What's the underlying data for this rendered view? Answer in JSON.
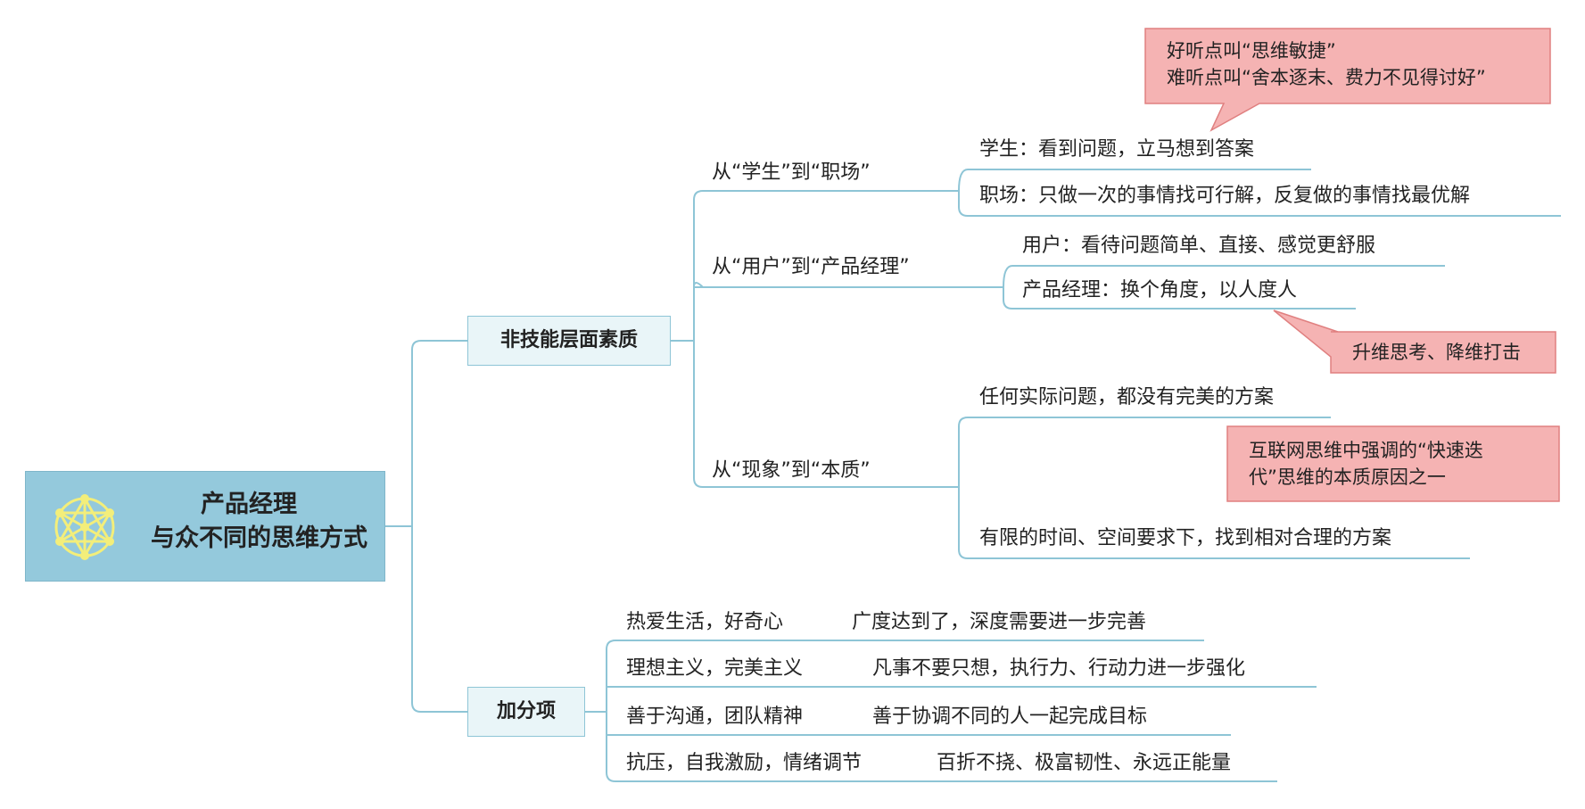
{
  "root": {
    "line1": "产品经理",
    "line2": "与众不同的思维方式",
    "icon": "network-icon"
  },
  "branches": {
    "nontech": {
      "label": "非技能层面素质",
      "topics": {
        "student_work": {
          "label": "从“学生”到“职场”",
          "items": [
            "学生：看到问题，立马想到答案",
            "职场：只做一次的事情找可行解，反复做的事情找最优解"
          ],
          "note": [
            "好听点叫“思维敏捷”",
            "难听点叫“舍本逐末、费力不见得讨好”"
          ]
        },
        "user_pm": {
          "label": "从“用户”到“产品经理”",
          "items": [
            "用户：看待问题简单、直接、感觉更舒服",
            "产品经理：换个角度，以人度人"
          ],
          "note": [
            "升维思考、降维打击"
          ]
        },
        "phenomenon_essence": {
          "label": "从“现象”到“本质”",
          "items": [
            "任何实际问题，都没有完美的方案",
            "有限的时间、空间要求下，找到相对合理的方案"
          ],
          "note": [
            "互联网思维中强调的“快速迭",
            "代”思维的本质原因之一"
          ]
        }
      }
    },
    "bonus": {
      "label": "加分项",
      "rows": [
        {
          "trait": "热爱生活，好奇心",
          "comment": "广度达到了，深度需要进一步完善"
        },
        {
          "trait": "理想主义，完美主义",
          "comment": "凡事不要只想，执行力、行动力进一步强化"
        },
        {
          "trait": "善于沟通，团队精神",
          "comment": "善于协调不同的人一起完成目标"
        },
        {
          "trait": "抗压，自我激励，情绪调节",
          "comment": "百折不挠、极富韧性、永远正能量"
        }
      ]
    }
  },
  "colors": {
    "root_fill": "#94c9dc",
    "branch_fill": "#e9f5f8",
    "connector": "#8ec5d6",
    "callout_fill": "#f5b3b3",
    "callout_border": "#e08080"
  }
}
